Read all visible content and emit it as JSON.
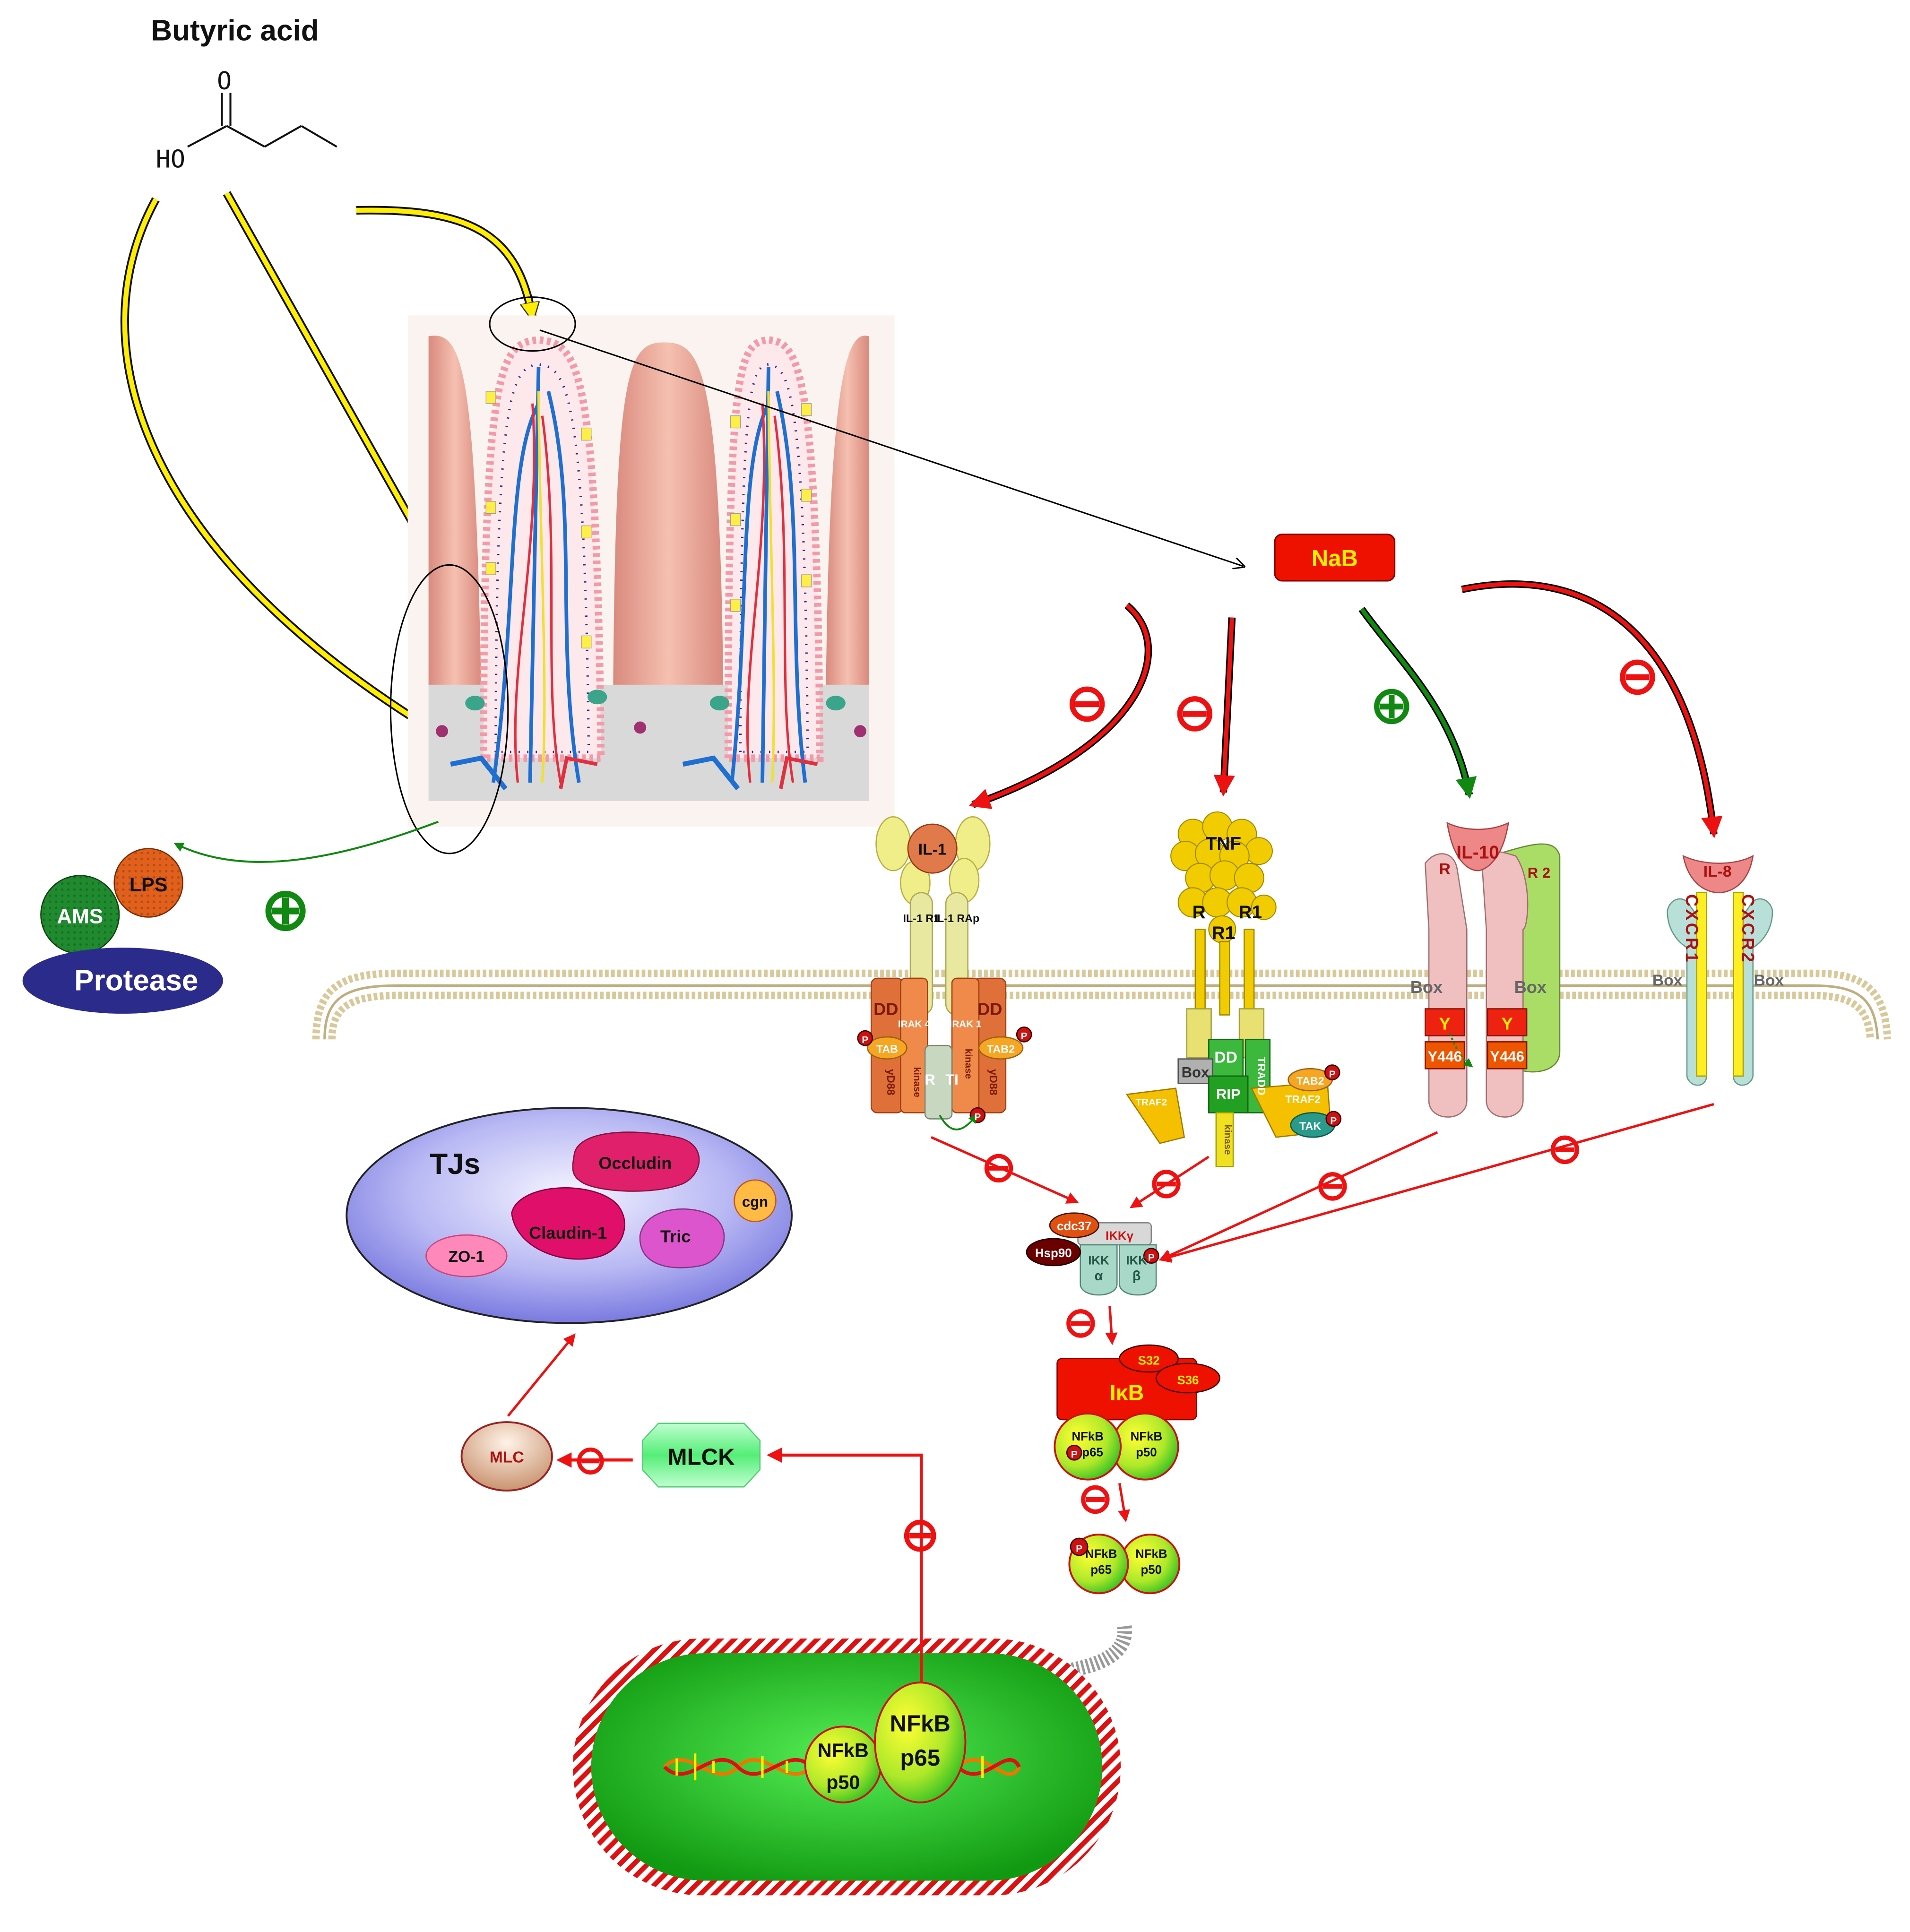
{
  "title": "Butyric acid",
  "molecule": {
    "oxygen": "O",
    "hydroxyl": "HO"
  },
  "colors": {
    "inhibit": "#ee1111",
    "activate": "#118811",
    "butyrate_arrow": "#ffee00",
    "nab_fill": "#ee1100",
    "nab_text": "#ffee00",
    "membrane": "#d9c89a",
    "nucleus": "#22bb22",
    "tj_oval": "#8888ee",
    "protease": "#2b2b8c"
  },
  "nab": "NaB",
  "signs": {
    "inhibit": "⊖",
    "activate": "⊕"
  },
  "luminal": {
    "ams": "AMS",
    "lps": "LPS",
    "protease": "Protease"
  },
  "receptors": {
    "il1": {
      "ligand": "IL-1",
      "r1": "IL-1 R1",
      "rap": "IL-1 RAp",
      "dd": "DD",
      "irak4": "IRAK 4",
      "irak1": "IRAK 1",
      "tab": "TAB",
      "tab2": "TAB2",
      "myd88_left": "yD88",
      "myd88_right": "yD88",
      "kinase": "kinase",
      "tir_left": "R",
      "tir_right": "TI",
      "p": "P"
    },
    "tnf": {
      "ligand": "TNF",
      "r_left": "R",
      "r_right": "R1",
      "r1": "R1",
      "dd": "DD",
      "box": "Box",
      "rip": "RIP",
      "tradd": "TRADD",
      "traf2_left": "TRAF2",
      "traf2_right": "TRAF2",
      "tab2": "TAB2",
      "tak": "TAK",
      "kinase": "kinase",
      "p": "P"
    },
    "il10": {
      "ligand": "IL-10",
      "r1": "R",
      "r2": "R 2",
      "box_left": "Box",
      "box_right": "Box",
      "y1": "Y",
      "y2": "Y",
      "y446_left": "Y446",
      "y446_right": "Y446"
    },
    "il8": {
      "ligand": "IL-8",
      "cxcr1": "CXCR1",
      "cxcr2": "CXCR2",
      "box_left": "Box",
      "box_right": "Box"
    }
  },
  "ikk": {
    "cdc37": "cdc37",
    "hsp90": "Hsp90",
    "gamma": "IKKγ",
    "alpha_top": "IKK",
    "alpha_bot": "α",
    "beta_top": "IKK",
    "beta_bot": "β",
    "p": "P"
  },
  "ikb": {
    "label": "IκB",
    "s32": "S32",
    "s36": "S36"
  },
  "nfkb": {
    "name": "NFkB",
    "p65": "p65",
    "p50": "p50",
    "p": "P"
  },
  "tjs": {
    "title": "TJs",
    "occludin": "Occludin",
    "claudin": "Claudin-1",
    "tric": "Tric",
    "cgn": "cgn",
    "zo1": "ZO-1"
  },
  "mlck": "MLCK",
  "mlc": "MLC"
}
